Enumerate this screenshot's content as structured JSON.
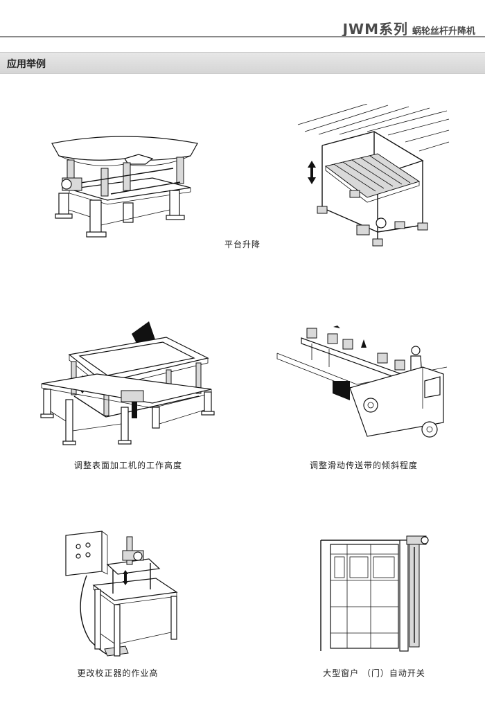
{
  "header": {
    "series": "JWM系列",
    "subtitle": "蜗轮丝杆升降机"
  },
  "section": {
    "title": "应用举例"
  },
  "applications": [
    {
      "caption": "平台升降",
      "illustration": "platform-lift"
    },
    {
      "caption": "调整表面加工机的工作高度",
      "illustration": "surface-machine"
    },
    {
      "caption": "调整滑动传送带的倾斜程度",
      "illustration": "conveyor-tilt"
    },
    {
      "caption": "更改校正器的作业高",
      "illustration": "corrector"
    },
    {
      "caption": "大型窗户 （门）自动开关",
      "illustration": "large-door"
    }
  ],
  "colors": {
    "rule": "#8a8a8a",
    "section_bar": "#dcdcdc",
    "text": "#222222"
  }
}
